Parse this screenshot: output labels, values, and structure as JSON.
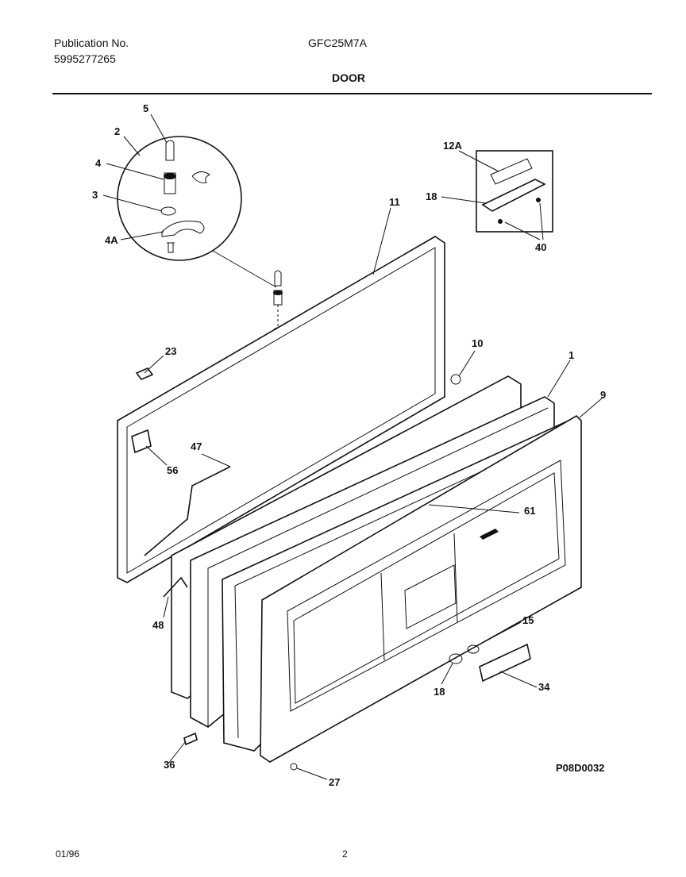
{
  "header": {
    "publication_label": "Publication No.",
    "publication_number": "5995277265",
    "model": "GFC25M7A",
    "section_title": "DOOR"
  },
  "footer": {
    "date": "01/96",
    "page": "2",
    "drawing_id": "P08D0032"
  },
  "callouts": {
    "c5": "5",
    "c2": "2",
    "c4": "4",
    "c3": "3",
    "c4a": "4A",
    "c11": "11",
    "c12a": "12A",
    "c18_top": "18",
    "c40": "40",
    "c23": "23",
    "c10": "10",
    "c1": "1",
    "c9": "9",
    "c47": "47",
    "c56": "56",
    "c61": "61",
    "c48": "48",
    "c15": "15",
    "c18_bottom": "18",
    "c34": "34",
    "c36": "36",
    "c27": "27"
  }
}
